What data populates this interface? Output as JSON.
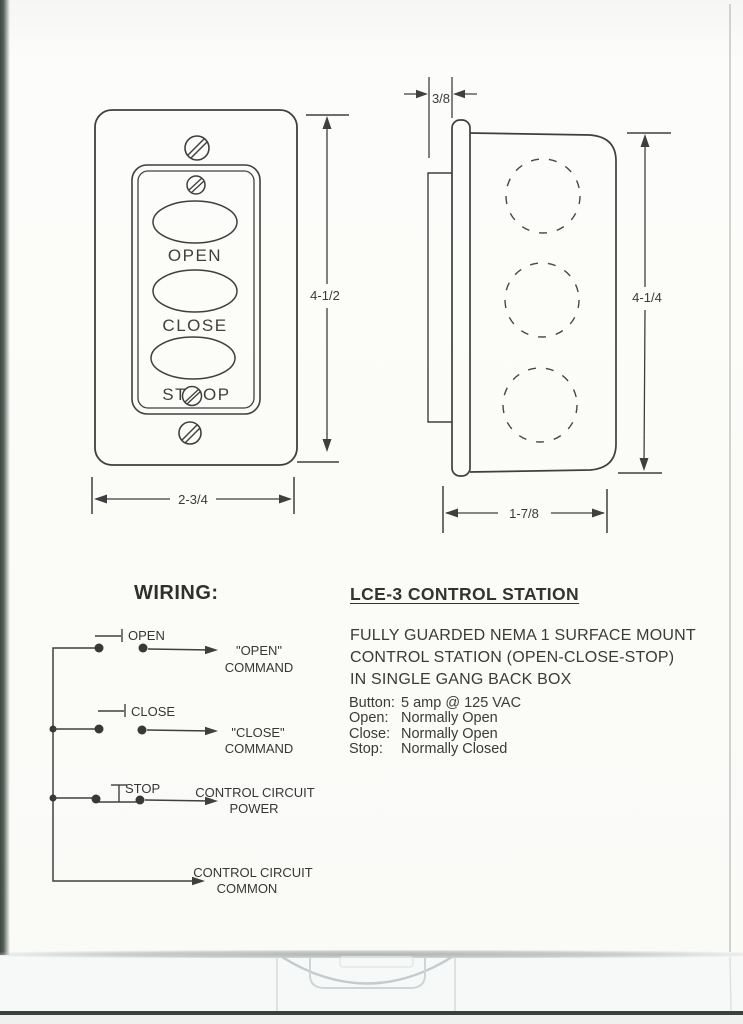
{
  "doc": {
    "front_view": {
      "button_open": "OPEN",
      "button_close": "CLOSE",
      "button_stop_left": "ST",
      "button_stop_right": "OP",
      "dim_height": "4-1/2",
      "dim_width": "2-3/4"
    },
    "side_view": {
      "dim_depth": "3/8",
      "dim_height": "4-1/4",
      "dim_width": "1-7/8"
    },
    "wiring": {
      "heading": "WIRING:",
      "open_switch": "OPEN",
      "close_switch": "CLOSE",
      "stop_switch": "STOP",
      "open_cmd1": "\"OPEN\"",
      "open_cmd2": "COMMAND",
      "close_cmd1": "\"CLOSE\"",
      "close_cmd2": "COMMAND",
      "power1": "CONTROL CIRCUIT",
      "power2": "POWER",
      "common1": "CONTROL CIRCUIT",
      "common2": "COMMON"
    },
    "description": {
      "title": "LCE-3 CONTROL STATION",
      "line1": "FULLY GUARDED NEMA 1 SURFACE MOUNT",
      "line2": "CONTROL STATION (OPEN-CLOSE-STOP)",
      "line3": "IN SINGLE GANG BACK BOX",
      "specs": [
        {
          "label": "Button:",
          "value": "5 amp @ 125 VAC"
        },
        {
          "label": "Open:",
          "value": "Normally Open"
        },
        {
          "label": "Close:",
          "value": "Normally Open"
        },
        {
          "label": "Stop:",
          "value": "Normally Closed"
        }
      ]
    }
  }
}
